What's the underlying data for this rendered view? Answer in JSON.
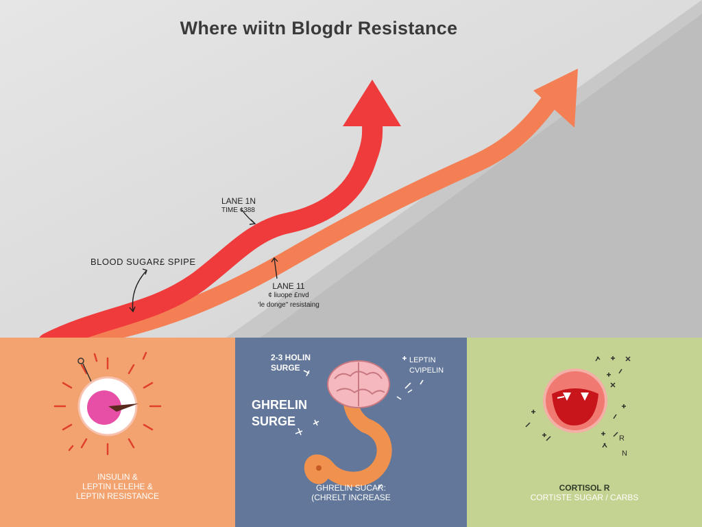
{
  "title": "Where wiitn Blogdr Resistance",
  "annotations": {
    "lane_top_line1": "LANE 1N",
    "lane_top_line2": "TIME ¢388",
    "blood_sugar_spike": "BLOOD SUGAR£ SPIPE",
    "lane_bottom_line1": "LANE 11",
    "lane_bottom_line2": "¢ liuope £nvd",
    "lane_bottom_line3": "‘le donge\" resistaing"
  },
  "panels": [
    {
      "id": "insulin",
      "caption_line1": "INSULIN &",
      "caption_line2": "LEPTIN LELEHE &",
      "caption_line3": "LEPTIN RESISTANCE"
    },
    {
      "id": "ghrelin",
      "top_left_line1": "2-3 HOLIN",
      "top_left_line2": "SURGE",
      "top_right_line1": "LEPTIN",
      "top_right_line2": "CVIPELIN",
      "big_label_line1": "GHRELIN",
      "big_label_line2": "SURGE",
      "caption_line1": "GHRELIN SUCAR:",
      "caption_line2": "(CHRELT INCREASE"
    },
    {
      "id": "cortisol",
      "caption_line1": "CORTISOL R",
      "caption_line2": "CORTISTE SUGAR / CARBS"
    }
  ],
  "colors": {
    "background_light": "#e3e3e3",
    "background_dark": "#b9b9b9",
    "arrow_red": "#ef3b3b",
    "arrow_orange": "#f47f55",
    "panel_orange": "#f2a36f",
    "panel_blue": "#62779a",
    "panel_green": "#c4d391"
  },
  "icons": [
    "insulin-cell-icon",
    "brain-icon",
    "stomach-icon",
    "stressed-face-icon"
  ]
}
